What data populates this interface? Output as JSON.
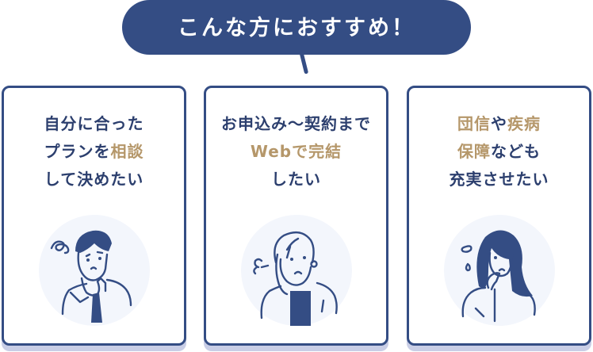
{
  "header": {
    "title": "こんな方におすすめ！",
    "color": "#344d84"
  },
  "colors": {
    "primary": "#344d84",
    "text": "#2c3f6e",
    "accent": "#b5976a",
    "circle_bg": "#f3f6fc",
    "shadow": "#c9cee6"
  },
  "cards": [
    {
      "lines": [
        [
          {
            "text": "自分に合った",
            "accent": false
          }
        ],
        [
          {
            "text": "プランを",
            "accent": false
          },
          {
            "text": "相談",
            "accent": true
          }
        ],
        [
          {
            "text": "して決めたい",
            "accent": false
          }
        ]
      ],
      "illustration": "man-thinking-hand-on-chin-icon"
    },
    {
      "lines": [
        [
          {
            "text": "お申込み〜契約まで",
            "accent": false
          }
        ],
        [
          {
            "text": "Webで完結",
            "accent": true
          }
        ],
        [
          {
            "text": "したい",
            "accent": false
          }
        ]
      ],
      "illustration": "woman-sighing-hand-on-cheek-icon"
    },
    {
      "lines": [
        [
          {
            "text": "団信",
            "accent": true
          },
          {
            "text": "や",
            "accent": false
          },
          {
            "text": "疾病",
            "accent": true
          }
        ],
        [
          {
            "text": "保障",
            "accent": true
          },
          {
            "text": "なども",
            "accent": false
          }
        ],
        [
          {
            "text": "充実させたい",
            "accent": false
          }
        ]
      ],
      "illustration": "woman-worried-sweat-drops-icon"
    }
  ],
  "bind": {
    "c1_l1": "自分に合った",
    "c1_l2a": "プランを",
    "c1_l2b": "相談",
    "c1_l3": "して決めたい",
    "c2_l1": "お申込み〜契約まで",
    "c2_l2": "Webで完結",
    "c2_l3": "したい",
    "c3_l1a": "団信",
    "c3_l1b": "や",
    "c3_l1c": "疾病",
    "c3_l2a": "保障",
    "c3_l2b": "なども",
    "c3_l3": "充実させたい"
  }
}
